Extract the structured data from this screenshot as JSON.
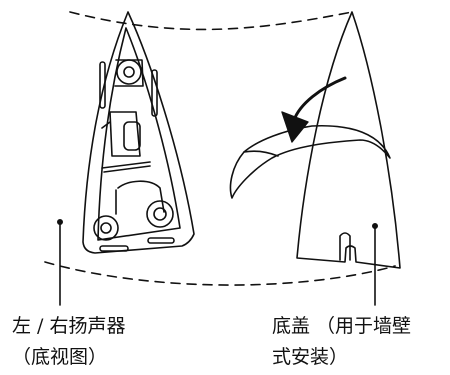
{
  "labels": {
    "left_line1": "左 / 右扬声器",
    "left_line2": "（底视图）",
    "right_line1": "底盖 （用于墙壁",
    "right_line2": "式安装）"
  }
}
